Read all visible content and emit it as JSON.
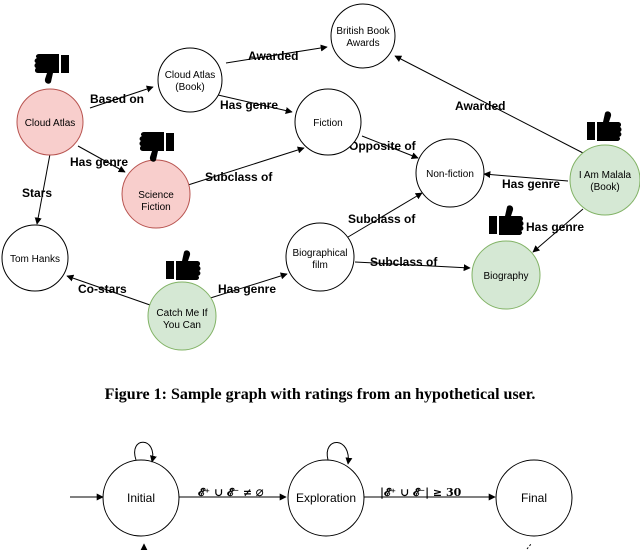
{
  "figure1": {
    "nodes": {
      "cloud_atlas": "Cloud Atlas",
      "cloud_atlas_book": [
        "Cloud Atlas",
        "(Book)"
      ],
      "british_book_awards": [
        "British Book",
        "Awards"
      ],
      "fiction": "Fiction",
      "science_fiction": [
        "Science",
        "Fiction"
      ],
      "non_fiction": "Non-fiction",
      "i_am_malala": [
        "I Am Malala",
        "(Book)"
      ],
      "tom_hanks": "Tom Hanks",
      "biographical_film": [
        "Biographical",
        "film"
      ],
      "biography": "Biography",
      "catch_me": [
        "Catch Me If",
        "You Can"
      ]
    },
    "edges": {
      "awarded_1": "Awarded",
      "based_on": "Based on",
      "has_genre_1": "Has genre",
      "has_genre_2": "Has genre",
      "subclass_of_1": "Subclass of",
      "opposite_of": "Opposite of",
      "awarded_2": "Awarded",
      "has_genre_3": "Has genre",
      "has_genre_4": "Has genre",
      "stars": "Stars",
      "subclass_of_2": "Subclass of",
      "subclass_of_3": "Subclass of",
      "co_stars": "Co-stars",
      "has_genre_5": "Has genre"
    },
    "caption": "Figure 1: Sample graph with ratings from an hypothetical user.",
    "colors": {
      "disliked_fill": "#f8cecc",
      "disliked_stroke": "#b85450",
      "liked_fill": "#d5e8d4",
      "liked_stroke": "#82b366"
    }
  },
  "figure2": {
    "states": {
      "initial": "Initial",
      "exploration": "Exploration",
      "final": "Final"
    },
    "transitions": {
      "to_exploration": "𝓔⁺ ∪ 𝓔⁻ ≠ ∅",
      "to_final": "|𝓔⁺ ∪ 𝓔⁻| ≥ 30"
    }
  }
}
